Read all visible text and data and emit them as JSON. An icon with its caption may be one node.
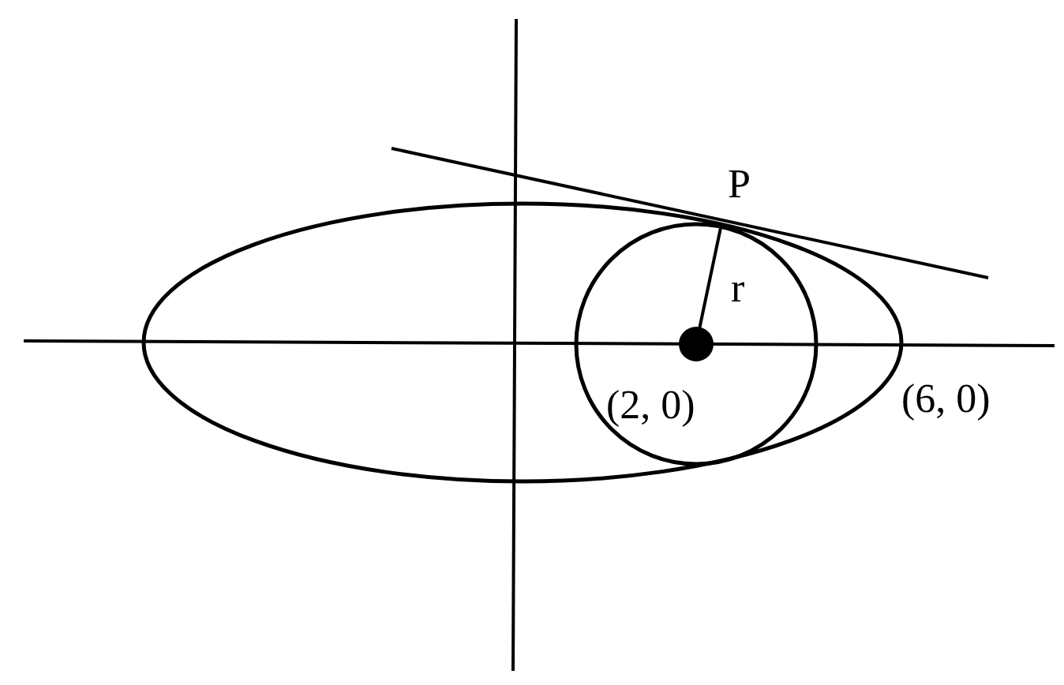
{
  "diagram": {
    "labels": [
      "P",
      "r",
      "(2, 0)",
      "(6, 0)"
    ]
  }
}
